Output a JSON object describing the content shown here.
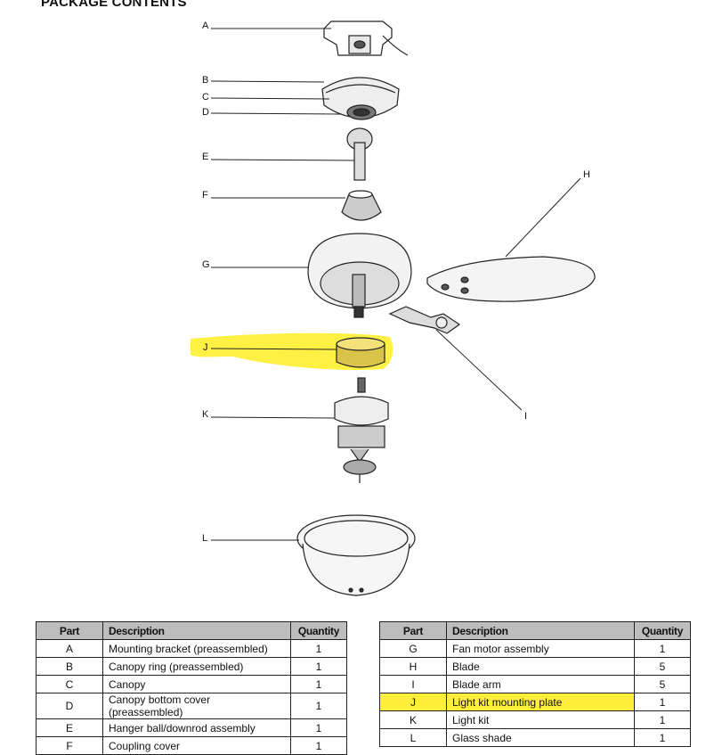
{
  "heading": "PACKAGE CONTENTS",
  "diagram": {
    "labels": [
      "A",
      "B",
      "C",
      "D",
      "E",
      "F",
      "G",
      "H",
      "I",
      "J",
      "K",
      "L"
    ],
    "highlight_color": "#ffef3a"
  },
  "tables": {
    "left": {
      "headers": [
        "Part",
        "Description",
        "Quantity"
      ],
      "rows": [
        {
          "part": "A",
          "description": "Mounting bracket (preassembled)",
          "quantity": "1"
        },
        {
          "part": "B",
          "description": "Canopy ring (preassembled)",
          "quantity": "1"
        },
        {
          "part": "C",
          "description": "Canopy",
          "quantity": "1"
        },
        {
          "part": "D",
          "description": "Canopy bottom cover (preassembled)",
          "quantity": "1"
        },
        {
          "part": "E",
          "description": "Hanger ball/downrod assembly",
          "quantity": "1"
        },
        {
          "part": "F",
          "description": "Coupling cover",
          "quantity": "1"
        }
      ]
    },
    "right": {
      "headers": [
        "Part",
        "Description",
        "Quantity"
      ],
      "rows": [
        {
          "part": "G",
          "description": "Fan motor assembly",
          "quantity": "1"
        },
        {
          "part": "H",
          "description": "Blade",
          "quantity": "5"
        },
        {
          "part": "I",
          "description": "Blade arm",
          "quantity": "5"
        },
        {
          "part": "J",
          "description": "Light kit mounting plate",
          "quantity": "1",
          "highlighted": true
        },
        {
          "part": "K",
          "description": "Light kit",
          "quantity": "1"
        },
        {
          "part": "L",
          "description": "Glass shade",
          "quantity": "1"
        }
      ]
    }
  }
}
